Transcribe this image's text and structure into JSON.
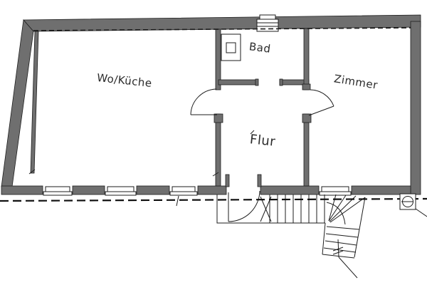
{
  "colors": {
    "wall_fill": "#6f6f6f",
    "line": "#1e1e1e",
    "label": "#2b2b2b",
    "background": "#ffffff"
  },
  "rooms": [
    {
      "id": "living-kitchen",
      "label": "Wo/Küche"
    },
    {
      "id": "bathroom",
      "label": "Bad"
    },
    {
      "id": "room",
      "label": "Zimmer"
    },
    {
      "id": "hallway",
      "label": "Flur"
    }
  ],
  "symbols": {
    "bottom_window_count": 4,
    "top_window": "window-symbol",
    "shower": "shower-square-symbol",
    "vent": "circle-in-square-symbol",
    "staircase": "winder-staircase-with-arrow",
    "section_line": "dashed-section-line",
    "doors": 4
  }
}
